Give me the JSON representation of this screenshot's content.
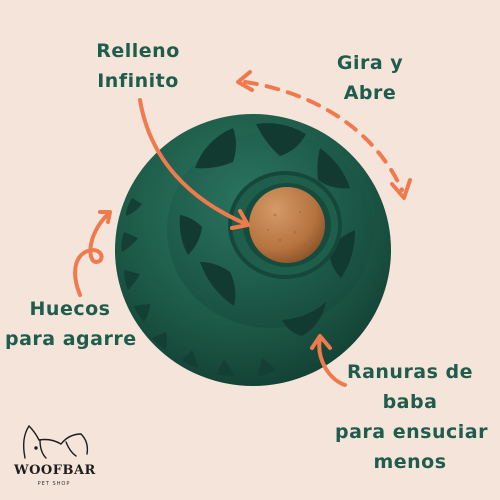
{
  "labels": {
    "relleno": [
      "Relleno",
      "Infinito"
    ],
    "gira": [
      "Gira y",
      "Abre"
    ],
    "huecos": [
      "Huecos",
      "para agarre"
    ],
    "ranuras": [
      "Ranuras de",
      "baba",
      "para ensuciar",
      "menos"
    ]
  },
  "logo": {
    "name": "WOOFBAR",
    "sub": "PET SHOP"
  },
  "colors": {
    "background": "#f5e4da",
    "text": "#1f5c4c",
    "arrow": "#ef7a4d",
    "toy": "#1d5a48",
    "treat": "#b8784a"
  }
}
